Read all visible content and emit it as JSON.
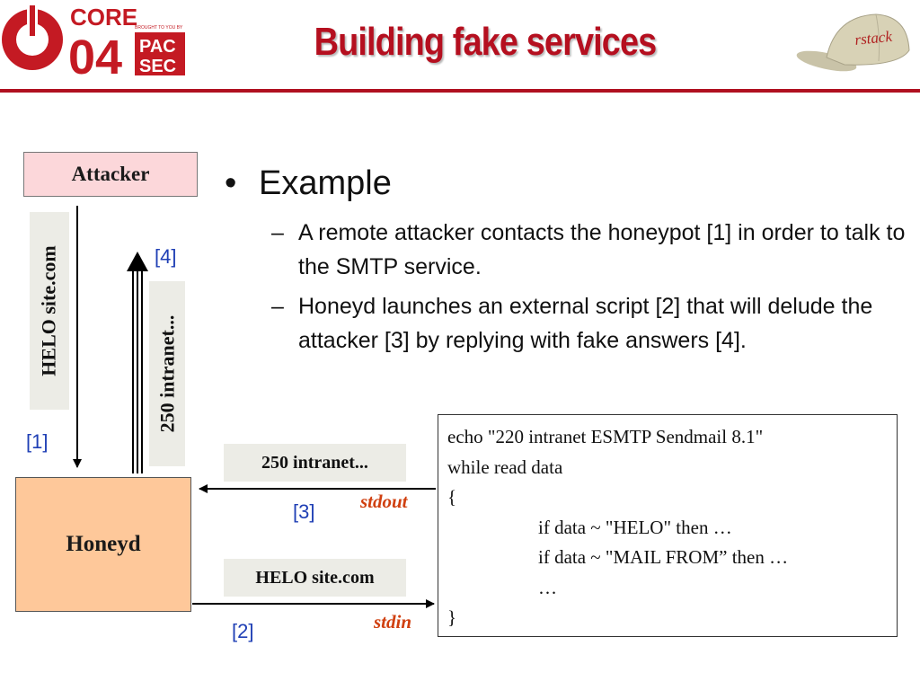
{
  "header": {
    "title": "Building fake services",
    "logo": {
      "core": "CORE",
      "number": "04",
      "tagline": "BROUGHT TO YOU BY",
      "pac": "PAC",
      "sec": "SEC"
    },
    "cap_text": "rstack"
  },
  "diagram": {
    "attacker": "Attacker",
    "honeyd": "Honeyd",
    "helo_vertical": "HELO site.com",
    "intranet_vertical": "250 intranet...",
    "intranet_horizontal": "250 intranet...",
    "helo_horizontal": "HELO site.com",
    "ref1": "[1]",
    "ref2": "[2]",
    "ref3": "[3]",
    "ref4": "[4]",
    "stdout": "stdout",
    "stdin": "stdin"
  },
  "bullets": {
    "main_dot": "•",
    "main": "Example",
    "dash": "–",
    "sub1": "A remote attacker contacts the honeypot [1] in order to talk to the SMTP service.",
    "sub2": "Honeyd launches an external script [2] that will delude the attacker [3] by replying with fake answers [4]."
  },
  "code": {
    "lines": [
      "echo \"220 intranet ESMTP Sendmail 8.1\"",
      "while read data",
      "{",
      "if data ~ \"HELO\" then …",
      "if data ~ \"MAIL FROM” then …",
      "…",
      "}"
    ]
  },
  "colors": {
    "title_red": "#b50f1f",
    "ref_blue": "#1f3fb5",
    "stream_orange": "#d04010",
    "attacker_fill": "#fcd7da",
    "honeyd_fill": "#fec89a"
  }
}
